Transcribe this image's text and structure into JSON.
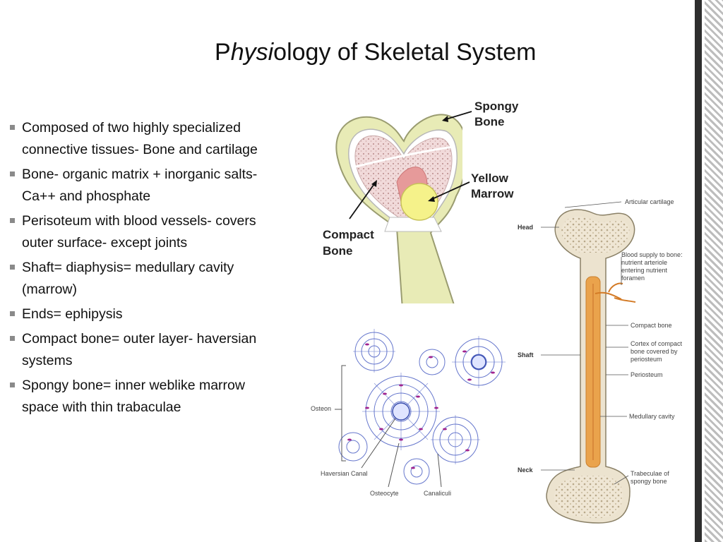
{
  "slide": {
    "title_parts": [
      "P",
      "hysi",
      "ology of Skeletal System"
    ],
    "bullets": [
      {
        "line1": "Composed of two highly specialized",
        "line2": "connective tissues-  Bone and cartilage"
      },
      {
        "line1": "Bone- organic matrix + inorganic salts-",
        "line2": "Ca++ and phosphate"
      },
      {
        "line1": "Perisoteum with blood vessels- covers",
        "line2": "outer surface- except joints"
      },
      {
        "line1": "Shaft= diaphysis= medullary cavity",
        "line2": "(marrow)"
      },
      {
        "line1": "Ends= ephipysis",
        "line2": ""
      },
      {
        "line1": "Compact bone= outer layer- haversian",
        "line2": "systems"
      },
      {
        "line1": "Spongy bone= inner weblike marrow",
        "line2": "space with thin trabaculae"
      }
    ]
  },
  "figure_epiphysis": {
    "spongy_label": [
      "Spongy",
      "Bone"
    ],
    "yellow_label": [
      "Yellow",
      "Marrow"
    ],
    "compact_label": [
      "Compact",
      "Bone"
    ]
  },
  "figure_osteon": {
    "osteon": "Osteon",
    "haversian": "Haversian Canal",
    "osteocyte": "Osteocyte",
    "canaliculi": "Canaliculi"
  },
  "figure_long_bone": {
    "articular": "Articular cartilage",
    "head": "Head",
    "blood_supply": [
      "Blood supply to bone:",
      "nutrient arteriole",
      "entering nutrient",
      "foramen"
    ],
    "compact": "Compact bone",
    "cortex": [
      "Cortex of compact",
      "bone covered by",
      "periosteum"
    ],
    "shaft": "Shaft",
    "periosteum": "Periosteum",
    "medullary": "Medullary cavity",
    "neck": "Neck",
    "trabeculae": [
      "Trabeculae of",
      "spongy bone"
    ]
  }
}
